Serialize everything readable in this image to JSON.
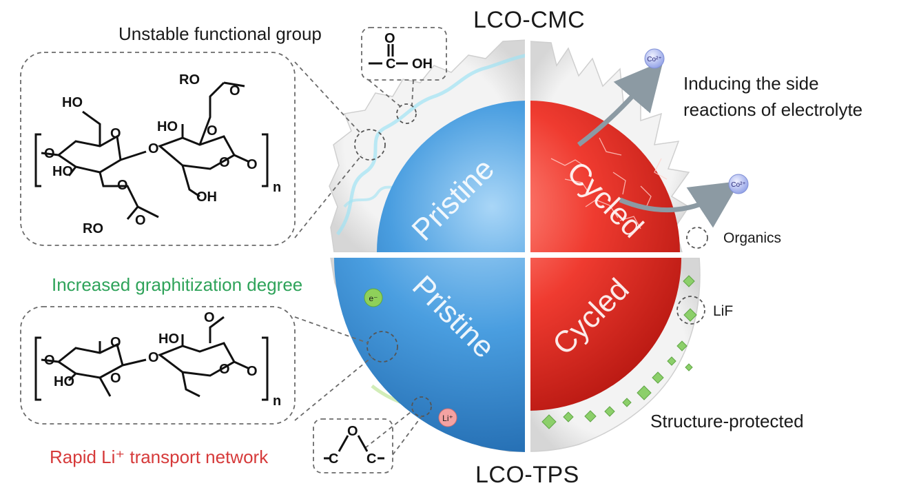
{
  "labels": {
    "top_title": "LCO-CMC",
    "bottom_title": "LCO-TPS",
    "unstable": "Unstable functional group",
    "inducing_line1": "Inducing the side",
    "inducing_line2": "reactions of electrolyte",
    "organics": "Organics",
    "graphitization": "Increased graphitization degree",
    "lif": "LiF",
    "structure": "Structure-protected",
    "rapid": "Rapid Li⁺ transport network",
    "pristine_top": "Pristine",
    "cycled_top": "Cycled",
    "pristine_bottom": "Pristine",
    "cycled_bottom": "Cycled",
    "co_ion": "Co²⁺",
    "electron": "e⁻",
    "li_ion": "Li⁺"
  },
  "chem": {
    "ho": "HO",
    "o": "O",
    "ro": "RO",
    "oh": "OH",
    "c": "C",
    "n": "n"
  },
  "colors": {
    "pristine_blue": "#3d8fd6",
    "cycled_red": "#e8382f",
    "shell_grey": "#e4e4e4",
    "green_text": "#2fa35a",
    "red_text": "#d63a3a"
  }
}
